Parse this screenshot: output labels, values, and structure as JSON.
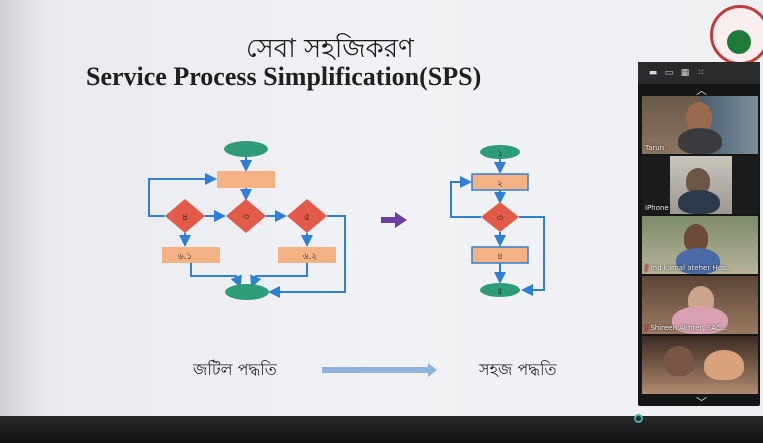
{
  "slide": {
    "title_bn": "সেবা সহজিকরণ",
    "title_en": "Service Process Simplification(SPS)",
    "label_complex": "জটিল পদ্ধতি",
    "label_simple": "সহজ পদ্ধতি",
    "left_flow": {
      "left_diamond": "৪",
      "center_diamond": "৩",
      "right_diamond": "৫",
      "box_left": "৬.১",
      "box_right": "৬.২"
    },
    "right_flow": {
      "start": "১",
      "box_top": "২",
      "diamond": "৩",
      "box_bottom": "৪",
      "end": "৫"
    }
  },
  "participants": [
    {
      "name": "Tarun"
    },
    {
      "name": "iPhone"
    },
    {
      "name": "md kamal ateher Hos..."
    },
    {
      "name": "Shireen Akhter, SAC..."
    },
    {
      "name": ""
    }
  ],
  "colors": {
    "flow_green": "#2e9c78",
    "flow_orange": "#f4b183",
    "flow_diamond": "#e15b48",
    "flow_arrow": "#2f7fd6",
    "center_arrow": "#6b3fa0"
  }
}
